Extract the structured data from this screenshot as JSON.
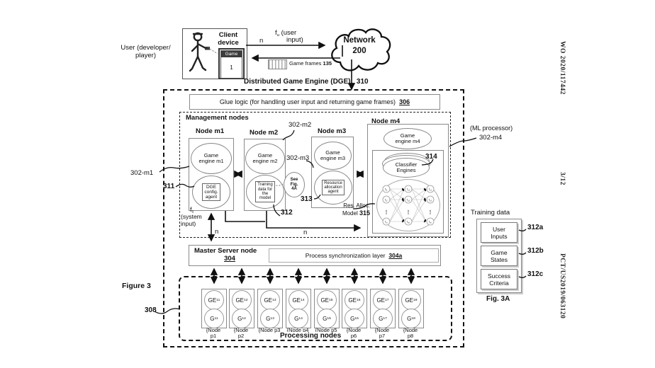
{
  "figure": {
    "label": "Figure 3",
    "fig3a": "Fig. 3A"
  },
  "margins": {
    "top_right": "WO 2020/117442",
    "mid_right": "3/12",
    "bottom_right": "PCT/US2019/063120"
  },
  "client": {
    "user_label": "User (developer/\nplayer)",
    "device_label": "Client\ndevice",
    "game_label": "Game",
    "game_num": "1"
  },
  "network": {
    "name": "Network",
    "ref": "200"
  },
  "io": {
    "n_top": "n",
    "fu_base": "f",
    "fu_sub": "u",
    "fu_desc1": "(user",
    "fu_desc2": "input)",
    "frames_label": "Game frames",
    "frames_ref": "135"
  },
  "dge": {
    "title": "Distributed Game Engine (DGE)",
    "ref": "310",
    "glue": {
      "label": "Glue logic (for handling user input and returning game frames)",
      "ref": "306"
    },
    "mgmt": {
      "label": "Management nodes",
      "m1": {
        "title": "Node m1",
        "ref": "302-m1",
        "engine": "Game\nengine m1",
        "agent": "DGE\nconfig.\nagent",
        "agent_ref": "311"
      },
      "m2": {
        "title": "Node m2",
        "ref": "302-m2",
        "engine": "Game\nengine m2",
        "agent": "Training\ndata for\nthe\nmodel",
        "agent_ref": "312",
        "see": "See\nFig.\n4A"
      },
      "m3": {
        "title": "Node m3",
        "ref": "302-m3",
        "engine": "Game\nengine m3",
        "agent": "Resource\nallocation\nagent",
        "agent_ref": "313"
      },
      "m4": {
        "title": "Node m4",
        "ref": "302-m4",
        "ml": "(ML processor)",
        "engine": "Game\nengine m4",
        "classifier": "Classifier\nEngines",
        "classifier_ref": "314",
        "model_l1": "Res. Alloc.",
        "model_l2": "Model",
        "model_ref": "315",
        "nn": {
          "input": [
            "t1",
            "t2",
            "tn"
          ],
          "hidden": [
            "u1",
            "u2",
            "un"
          ],
          "output": [
            "z1",
            "z2",
            "zn"
          ],
          "dots": "⋮"
        }
      },
      "fs_base": "f",
      "fs_sub": "s",
      "fs_desc": "(system\ninput)",
      "n_left": "n",
      "n_mid": "n"
    },
    "master": {
      "title": "Master Server node",
      "ref": "304",
      "sync": "Process synchronization layer",
      "sync_ref": "304a"
    },
    "processing": {
      "label": "Processing nodes",
      "ref": "308",
      "brace": "{",
      "nodes": [
        {
          "ge": "GE",
          "ge_sub": "11",
          "g": "G",
          "g_sub": "11",
          "name": "Node\np1"
        },
        {
          "ge": "GE",
          "ge_sub": "12",
          "g": "G",
          "g_sub": "12",
          "name": "Node\np2"
        },
        {
          "ge": "GE",
          "ge_sub": "13",
          "g": "G",
          "g_sub": "13",
          "name": "Node p3"
        },
        {
          "ge": "GE",
          "ge_sub": "14",
          "g": "G",
          "g_sub": "14",
          "name": "Node p4"
        },
        {
          "ge": "GE",
          "ge_sub": "15",
          "g": "G",
          "g_sub": "15",
          "name": "Node p5"
        },
        {
          "ge": "GE",
          "ge_sub": "16",
          "g": "G",
          "g_sub": "16",
          "name": "Node\np6"
        },
        {
          "ge": "GE",
          "ge_sub": "17",
          "g": "G",
          "g_sub": "17",
          "name": "Node\np7"
        },
        {
          "ge": "GE",
          "ge_sub": "18",
          "g": "G",
          "g_sub": "18",
          "name": "Node\np8"
        }
      ]
    }
  },
  "training": {
    "title": "Training data",
    "items": [
      {
        "label": "User\nInputs",
        "ref": "312a"
      },
      {
        "label": "Game\nStates",
        "ref": "312b"
      },
      {
        "label": "Success\nCriteria",
        "ref": "312c"
      }
    ]
  }
}
